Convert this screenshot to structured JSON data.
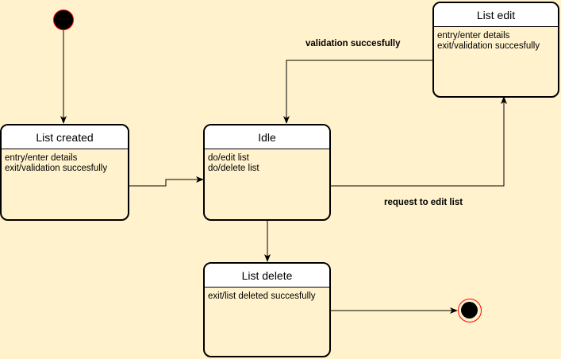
{
  "colors": {
    "canvas_background": "#fff2cc",
    "state_fill": "#fff2cc",
    "state_header_fill": "#ffffff",
    "stroke": "#000000",
    "pseudo_state_fill": "#000000",
    "pseudo_state_border": "#ff0000"
  },
  "states": {
    "list_created": {
      "title": "List created",
      "actions": [
        "entry/enter details",
        "exit/validation succesfully"
      ]
    },
    "idle": {
      "title": "Idle",
      "actions": [
        "do/edit list",
        "do/delete list"
      ]
    },
    "list_edit": {
      "title": "List edit",
      "actions": [
        "entry/enter details",
        "exit/validation succesfully"
      ]
    },
    "list_delete": {
      "title": "List delete",
      "actions": [
        "exit/list deleted succesfully"
      ]
    }
  },
  "transitions": {
    "idle_to_edit": {
      "label": "request to edit list"
    },
    "edit_to_idle": {
      "label": "validation succesfully"
    }
  }
}
